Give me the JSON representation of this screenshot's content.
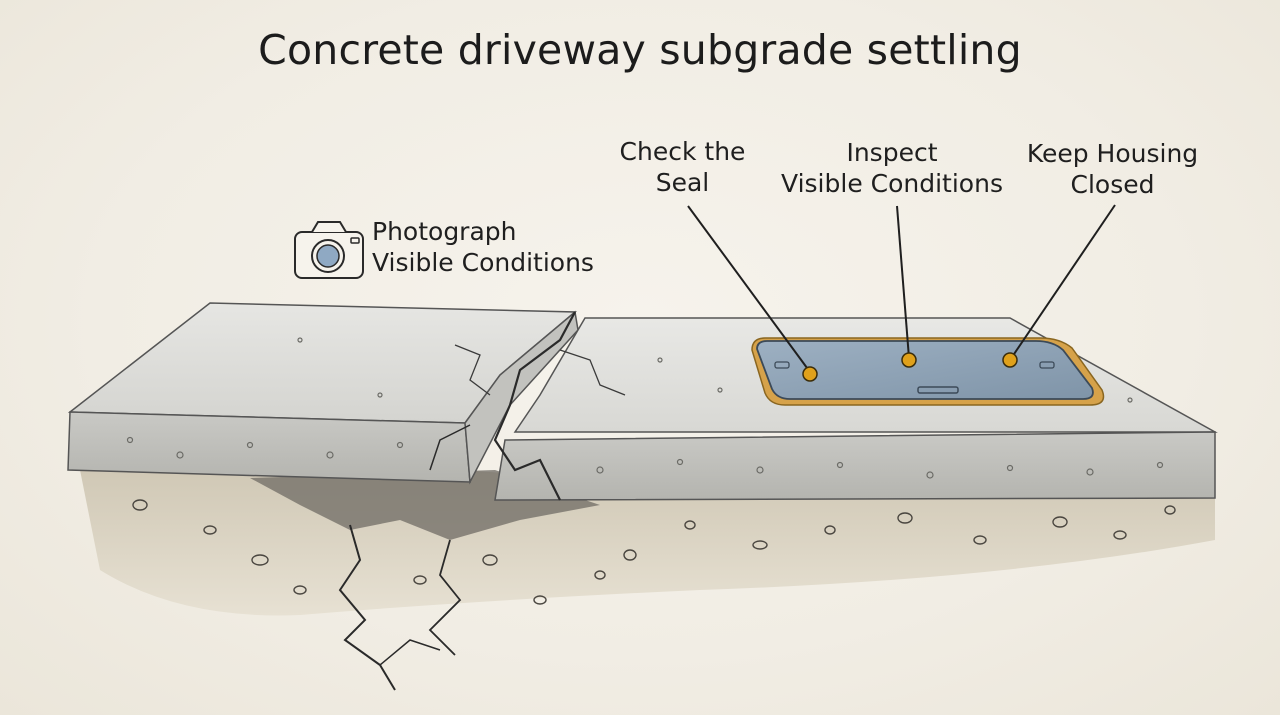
{
  "title": "Concrete driveway subgrade settling",
  "callouts": [
    {
      "id": "check-seal",
      "lines": [
        "Check the",
        "Seal"
      ]
    },
    {
      "id": "inspect-visible",
      "lines": [
        "Inspect",
        "Visible Conditions"
      ]
    },
    {
      "id": "keep-housing-closed",
      "lines": [
        "Keep Housing",
        "Closed"
      ]
    }
  ],
  "photo_note": {
    "icon": "camera-icon",
    "lines": [
      "Photograph",
      "Visible Conditions"
    ]
  },
  "colors": {
    "background": "#f3efe6",
    "concrete": "#d9d9d6",
    "concrete_edge": "#bdbdb9",
    "soil": "#d8d1c0",
    "device_screen": "#8fa3b6",
    "device_frame": "#d6a24a",
    "marker": "#e0a11b",
    "ink": "#2a2a2a"
  }
}
